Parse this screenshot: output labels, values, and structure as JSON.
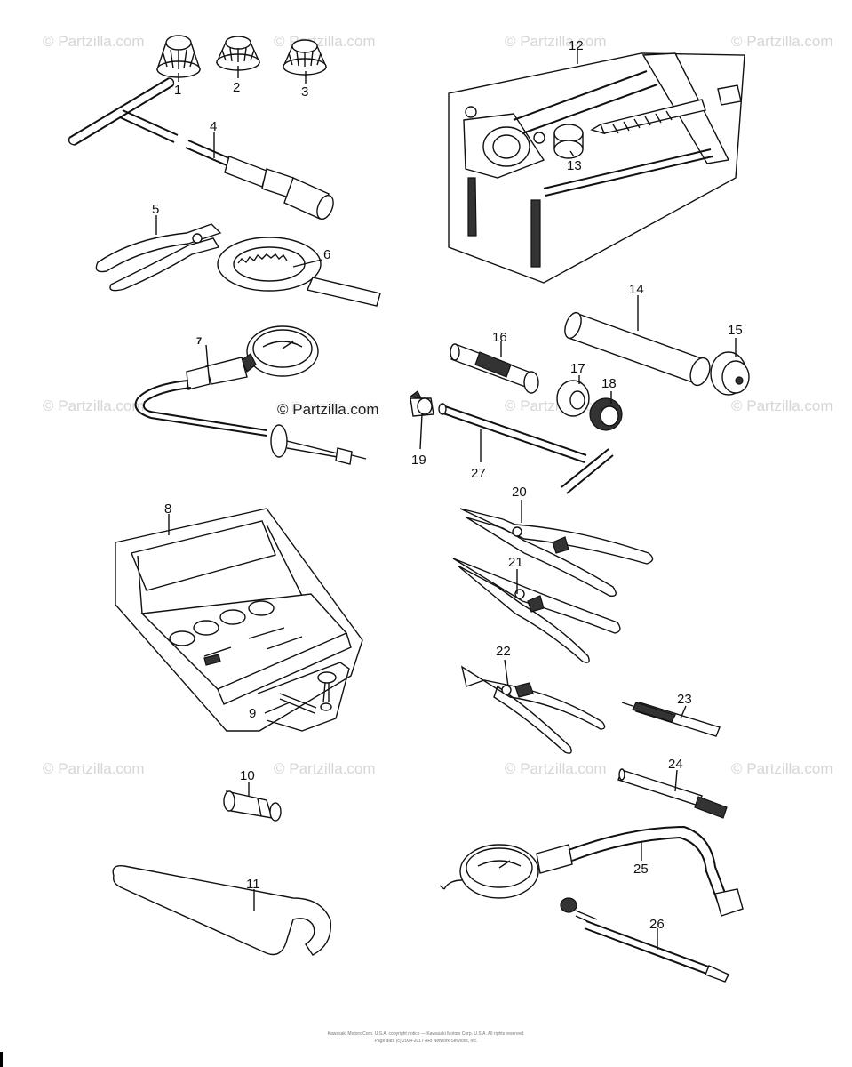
{
  "watermarks": [
    "© Partzilla.com",
    "© Partzilla.com",
    "© Partzilla.com",
    "© Partzilla.com",
    "© Partzilla.com",
    "© Partzilla.com",
    "© Partzilla.com",
    "© Partzilla.com",
    "© Partzilla.com",
    "© Partzilla.com",
    "© Partzilla.com",
    "© Partzilla.com"
  ],
  "center_watermark": "© Partzilla.com",
  "callouts": [
    "1",
    "2",
    "3",
    "4",
    "5",
    "6",
    "7",
    "8",
    "9",
    "10",
    "11",
    "12",
    "13",
    "14",
    "15",
    "16",
    "17",
    "18",
    "19",
    "20",
    "21",
    "22",
    "23",
    "24",
    "25",
    "26",
    "27"
  ],
  "footer": {
    "line1": "Kawasaki Motors Corp. U.S.A. copyright notice — Kawasaki Motors Corp. U.S.A. All rights reserved.",
    "line2": "Page data (c) 2004-2017 ARI Network Services, Inc."
  }
}
